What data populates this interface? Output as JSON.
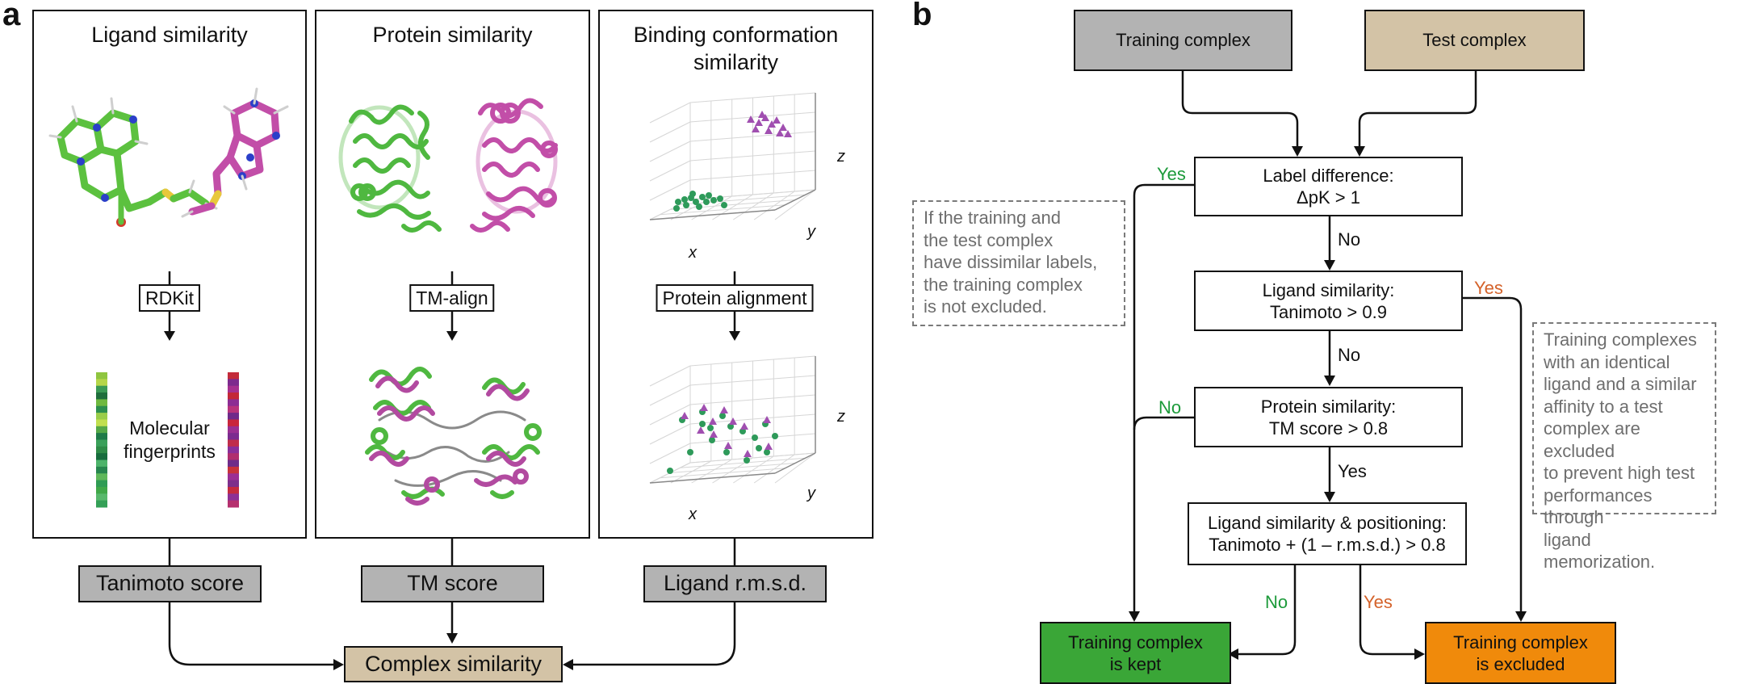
{
  "panel_a": {
    "letter": "a",
    "columns": [
      {
        "title": "Ligand similarity",
        "tool": "RDKit",
        "center_label_1": "Molecular",
        "center_label_2": "fingerprints",
        "score": "Tanimoto score"
      },
      {
        "title": "Protein similarity",
        "tool": "TM-align",
        "score": "TM score"
      },
      {
        "title_1": "Binding conformation",
        "title_2": "similarity",
        "tool": "Protein alignment",
        "score": "Ligand r.m.s.d.",
        "axis_x": "x",
        "axis_y": "y",
        "axis_z": "z"
      }
    ],
    "output": "Complex similarity"
  },
  "panel_b": {
    "letter": "b",
    "training": "Training complex",
    "test": "Test complex",
    "step1_l1": "Label difference:",
    "step1_l2": "ΔpK > 1",
    "step2_l1": "Ligand similarity:",
    "step2_l2": "Tanimoto > 0.9",
    "step3_l1": "Protein similarity:",
    "step3_l2": "TM score > 0.8",
    "step4_l1": "Ligand similarity & positioning:",
    "step4_l2": "Tanimoto + (1 – r.m.s.d.) > 0.8",
    "kept_l1": "Training complex",
    "kept_l2": "is kept",
    "excl_l1": "Training complex",
    "excl_l2": "is excluded",
    "yes": "Yes",
    "no": "No",
    "note_left": [
      "If the training and",
      "the test complex",
      "have dissimilar labels,",
      "the training complex",
      "is not excluded."
    ],
    "note_right": [
      "Training complexes",
      "with an identical",
      "ligand and a similar",
      "affinity to a test",
      "complex are excluded",
      "to prevent high test",
      "performances through",
      "ligand memorization."
    ]
  },
  "colors": {
    "gray_box": "#b3b3b3",
    "tan_box": "#d3c3a6",
    "kept_green": "#3aa637",
    "excluded_orange": "#f08a0b",
    "ligand_green": "#5cc13f",
    "ligand_magenta": "#c24ea8",
    "yes_no_green": "#1c9a3a",
    "yes_orange": "#d4622a"
  },
  "fingerprint_left": [
    "#8fc53f",
    "#b5d64a",
    "#3a9a55",
    "#1f6e3c",
    "#6fb93f",
    "#2c8f4e",
    "#9acd4a",
    "#c1df4f",
    "#54a847",
    "#1e7a48",
    "#3aa05a",
    "#2e8b47",
    "#176c3d",
    "#4db36a",
    "#27864e",
    "#5fb85a",
    "#2f9c54",
    "#40a848",
    "#58b86b",
    "#34a057"
  ],
  "fingerprint_right": [
    "#c32b3a",
    "#7d2a8e",
    "#a63090",
    "#c42838",
    "#8c2d94",
    "#b8347c",
    "#6f2a8a",
    "#c9263c",
    "#9a3092",
    "#7b2c8f",
    "#c02d4a",
    "#8a2f99",
    "#b02e6e",
    "#6e2c8a",
    "#c8333b",
    "#9b2f94",
    "#7d2f8c",
    "#c52b3f",
    "#8d3095",
    "#b5306e"
  ]
}
